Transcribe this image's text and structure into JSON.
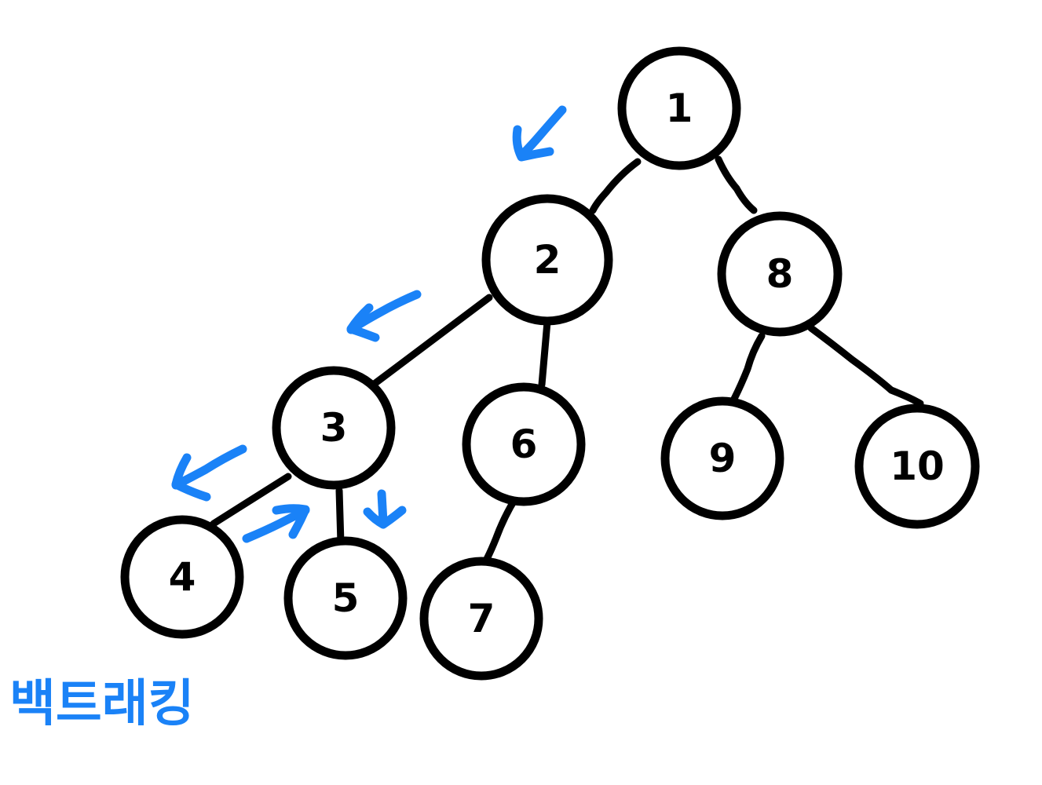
{
  "diagram": {
    "caption": "백트래킹",
    "colors": {
      "node_stroke": "#000000",
      "node_fill": "#ffffff",
      "annotation": "#1a82f7"
    },
    "nodes": [
      {
        "id": "n1",
        "label": "1"
      },
      {
        "id": "n2",
        "label": "2"
      },
      {
        "id": "n3",
        "label": "3"
      },
      {
        "id": "n4",
        "label": "4"
      },
      {
        "id": "n5",
        "label": "5"
      },
      {
        "id": "n6",
        "label": "6"
      },
      {
        "id": "n7",
        "label": "7"
      },
      {
        "id": "n8",
        "label": "8"
      },
      {
        "id": "n9",
        "label": "9"
      },
      {
        "id": "n10",
        "label": "10"
      }
    ],
    "edges": [
      {
        "from": "n1",
        "to": "n2"
      },
      {
        "from": "n1",
        "to": "n8"
      },
      {
        "from": "n2",
        "to": "n3"
      },
      {
        "from": "n2",
        "to": "n6"
      },
      {
        "from": "n3",
        "to": "n4"
      },
      {
        "from": "n3",
        "to": "n5"
      },
      {
        "from": "n6",
        "to": "n7"
      },
      {
        "from": "n8",
        "to": "n9"
      },
      {
        "from": "n8",
        "to": "n10"
      }
    ],
    "traversal_arrows": [
      {
        "id": "arrow-1-to-2",
        "direction": "down-left"
      },
      {
        "id": "arrow-2-to-3",
        "direction": "down-left"
      },
      {
        "id": "arrow-3-to-4",
        "direction": "down-left"
      },
      {
        "id": "arrow-4-to-5",
        "direction": "up-right"
      },
      {
        "id": "arrow-3-to-5",
        "direction": "down"
      }
    ]
  }
}
